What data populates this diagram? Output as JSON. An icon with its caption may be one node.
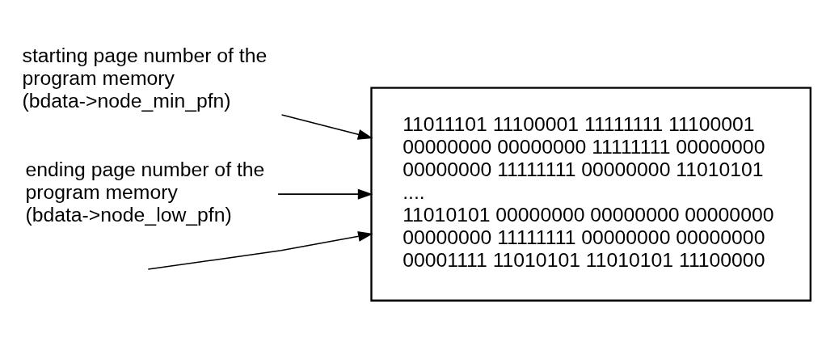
{
  "diagram": {
    "nodes": [
      {
        "text": [
          "11011101 11100001 11111111 11100001",
          "00000000 00000000 11111111 00000000",
          "00000000 11111111 00000000 11010101",
          "....",
          "11010101 00000000 00000000 00000000",
          "00000000 11111111 00000000 00000000",
          "00001111 11010101 11010101 11100000"
        ]
      },
      {
        "text": [
          "starting page number of the program memory (bdata->node_min_pfn)"
        ]
      },
      {
        "text": [
          "ending page number of the program memory (bdata->node_low_pfn)"
        ]
      }
    ],
    "edges": [
      {
        "from": null,
        "to": 0,
        "arrow": "to"
      },
      {
        "from": 1,
        "to": 0,
        "arrow": "to"
      },
      {
        "from": 2,
        "to": 0,
        "arrow": "to"
      }
    ]
  }
}
